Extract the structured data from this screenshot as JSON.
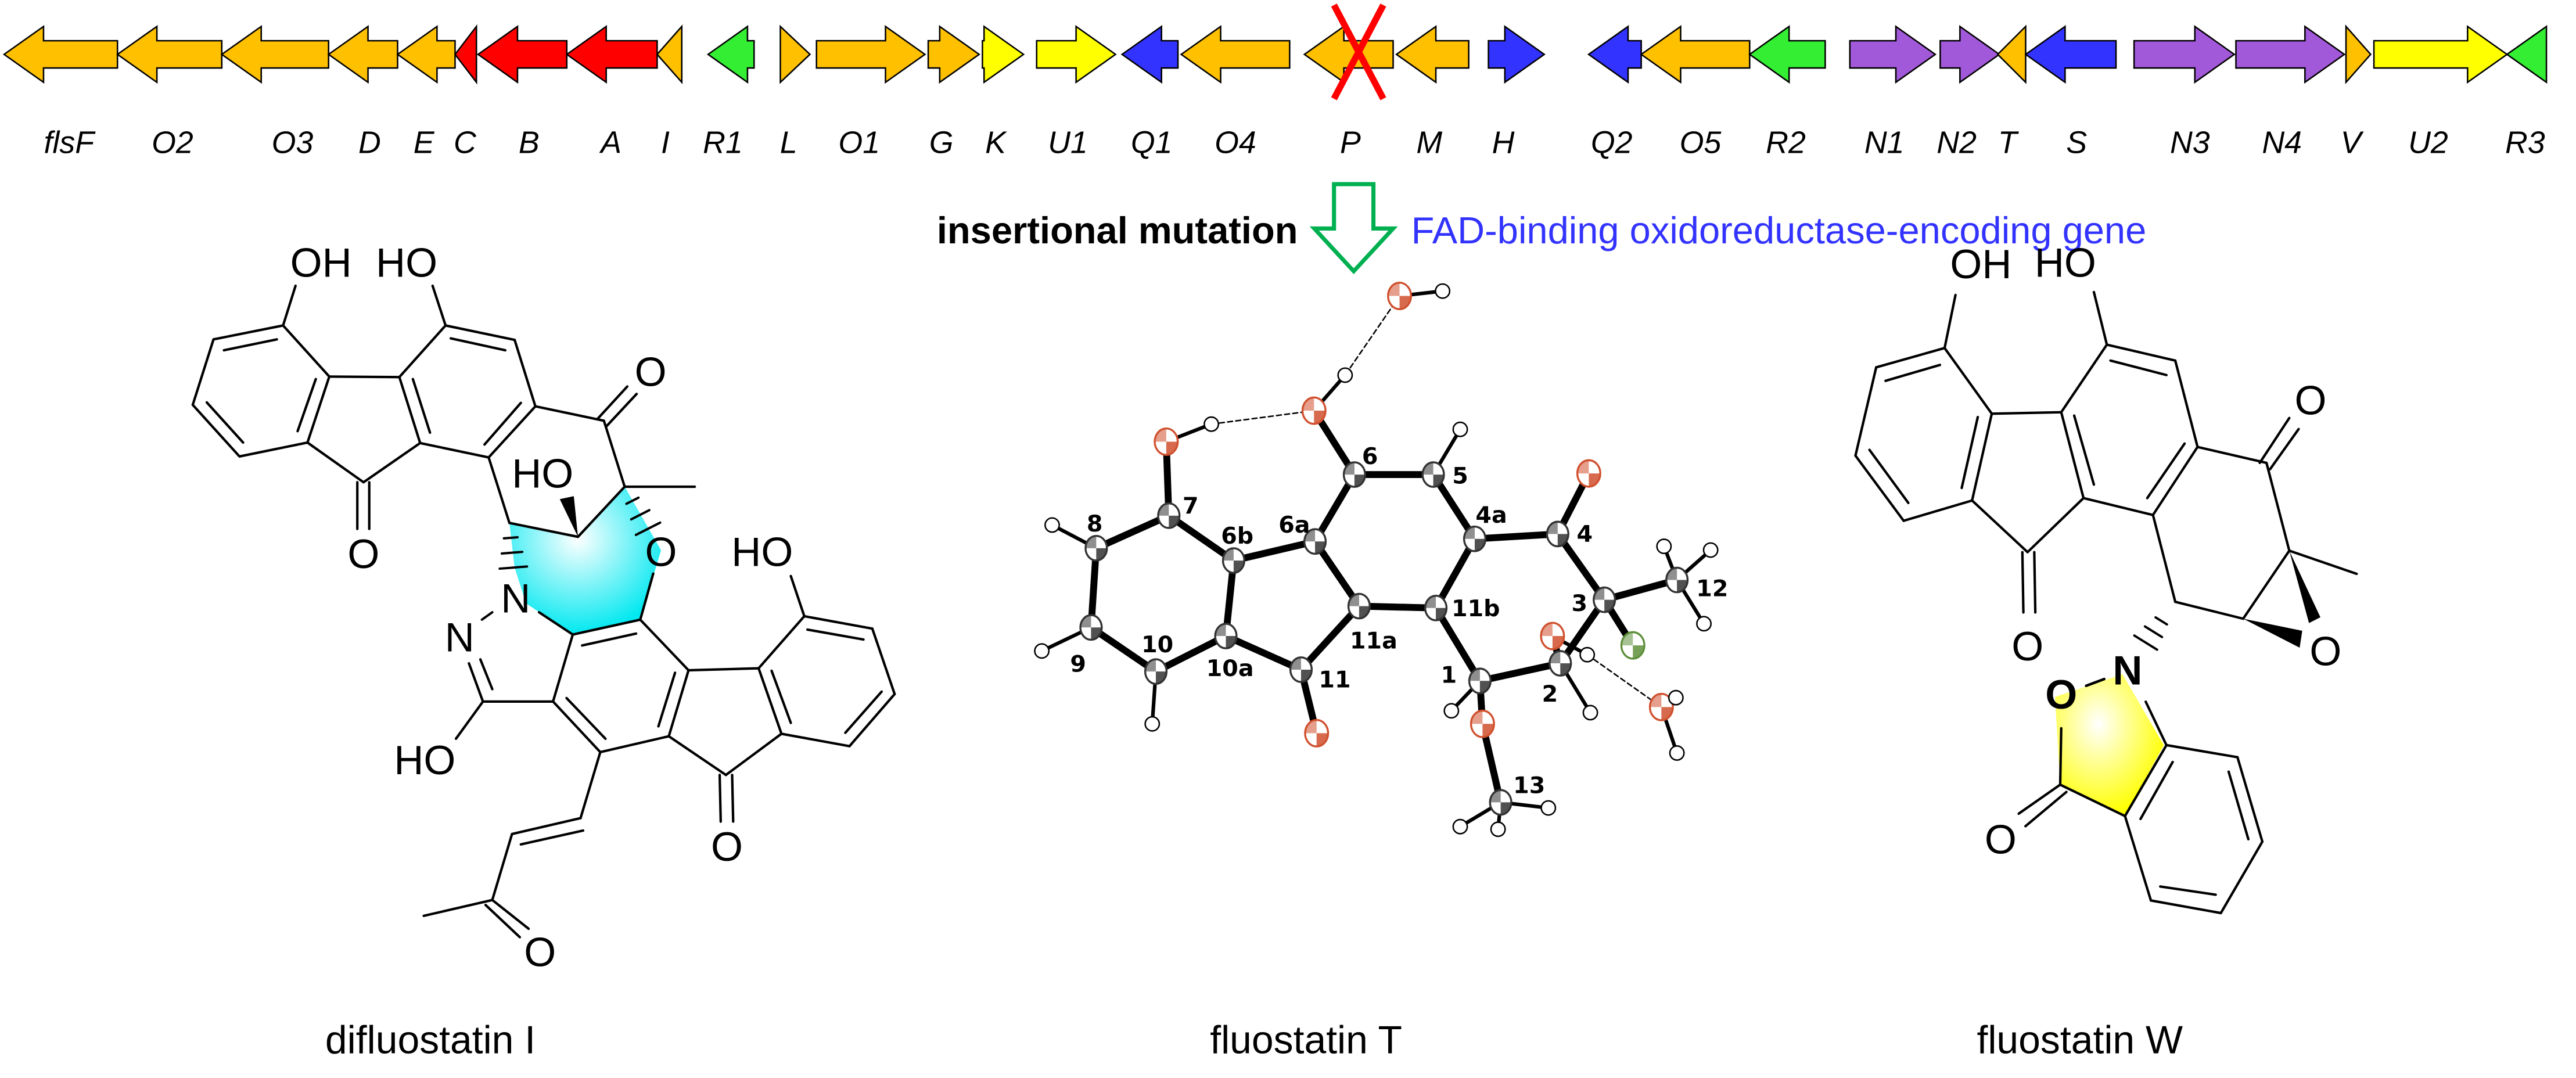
{
  "colors": {
    "orange": "#FFC000",
    "red": "#FF0000",
    "green": "#33EE33",
    "yellow": "#FFFF00",
    "blue": "#3333FF",
    "purple": "#A259D9",
    "annotation_blue": "#3333FF",
    "arrow_green": "#00B050",
    "cyan": "#00E8F0"
  },
  "gene_cluster": {
    "genes": [
      {
        "name": "flsF",
        "dir": "left",
        "color": "orange"
      },
      {
        "name": "O2",
        "dir": "left",
        "color": "orange"
      },
      {
        "name": "O3",
        "dir": "left",
        "color": "orange"
      },
      {
        "name": "D",
        "dir": "left",
        "color": "orange"
      },
      {
        "name": "E",
        "dir": "left",
        "color": "orange"
      },
      {
        "name": "C",
        "dir": "left",
        "color": "red"
      },
      {
        "name": "B",
        "dir": "left",
        "color": "red"
      },
      {
        "name": "A",
        "dir": "left",
        "color": "red"
      },
      {
        "name": "I",
        "dir": "left",
        "color": "orange"
      },
      {
        "name": "R1",
        "dir": "left",
        "color": "green"
      },
      {
        "name": "L",
        "dir": "right",
        "color": "orange"
      },
      {
        "name": "O1",
        "dir": "right",
        "color": "orange"
      },
      {
        "name": "G",
        "dir": "right",
        "color": "orange"
      },
      {
        "name": "K",
        "dir": "right",
        "color": "yellow"
      },
      {
        "name": "U1",
        "dir": "right",
        "color": "yellow"
      },
      {
        "name": "Q1",
        "dir": "left",
        "color": "blue"
      },
      {
        "name": "O4",
        "dir": "left",
        "color": "orange"
      },
      {
        "name": "P",
        "dir": "left",
        "color": "orange",
        "disrupted": true
      },
      {
        "name": "M",
        "dir": "left",
        "color": "orange"
      },
      {
        "name": "H",
        "dir": "right",
        "color": "blue"
      },
      {
        "name": "Q2",
        "dir": "left",
        "color": "blue"
      },
      {
        "name": "O5",
        "dir": "left",
        "color": "orange"
      },
      {
        "name": "R2",
        "dir": "left",
        "color": "green"
      },
      {
        "name": "N1",
        "dir": "right",
        "color": "purple"
      },
      {
        "name": "N2",
        "dir": "right",
        "color": "purple"
      },
      {
        "name": "T",
        "dir": "left",
        "color": "orange"
      },
      {
        "name": "S",
        "dir": "left",
        "color": "blue"
      },
      {
        "name": "N3",
        "dir": "right",
        "color": "purple"
      },
      {
        "name": "N4",
        "dir": "right",
        "color": "purple"
      },
      {
        "name": "V",
        "dir": "right",
        "color": "orange"
      },
      {
        "name": "U2",
        "dir": "right",
        "color": "yellow"
      },
      {
        "name": "R3",
        "dir": "left",
        "color": "green"
      }
    ]
  },
  "annotation": {
    "mutation_label": "insertional mutation",
    "gene_description": "FAD-binding oxidoreductase-encoding gene"
  },
  "compounds": {
    "difluostatin_I": {
      "name": "difluostatin I",
      "atom_labels": [
        "OH",
        "HO",
        "O",
        "O",
        "HO",
        "O",
        "N",
        "N",
        "HO",
        "O",
        "HO",
        "O"
      ]
    },
    "fluostatin_T": {
      "name": "fluostatin T",
      "atom_numbers": [
        "6",
        "5",
        "4a",
        "4",
        "7",
        "8",
        "6b",
        "6a",
        "12",
        "3",
        "11b",
        "11a",
        "10",
        "9",
        "10a",
        "11",
        "1",
        "2",
        "13"
      ]
    },
    "fluostatin_W": {
      "name": "fluostatin W",
      "atom_labels": [
        "OH",
        "HO",
        "O",
        "O",
        "O",
        "N",
        "O",
        "O"
      ]
    }
  }
}
